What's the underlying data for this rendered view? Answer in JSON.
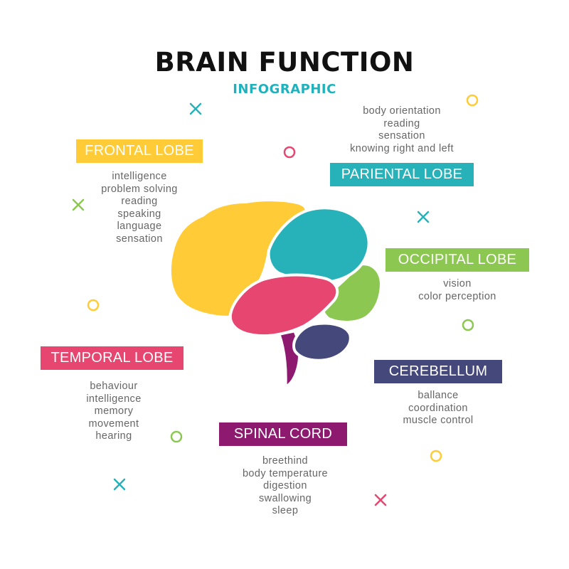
{
  "header": {
    "title": "BRAIN FUNCTION",
    "subtitle": "INFOGRAPHIC"
  },
  "colors": {
    "frontal": "#ffcb37",
    "parietal": "#27b2b9",
    "occipital": "#8cc751",
    "temporal": "#e6466f",
    "cerebellum": "#45487a",
    "spinal_cord": "#8e1a70",
    "subtitle": "#20b2bc"
  },
  "lobes": {
    "frontal": {
      "label": "FRONTAL LOBE",
      "functions": [
        "intelligence",
        "problem solving",
        "reading",
        "speaking",
        "language",
        "sensation"
      ]
    },
    "parietal": {
      "label": "PARIENTAL LOBE",
      "functions": [
        "body orientation",
        "reading",
        "sensation",
        "knowing right and left"
      ]
    },
    "occipital": {
      "label": "OCCIPITAL LOBE",
      "functions": [
        "vision",
        "color perception"
      ]
    },
    "temporal": {
      "label": "TEMPORAL LOBE",
      "functions": [
        "behaviour",
        "intelligence",
        "memory",
        "movement",
        "hearing"
      ]
    },
    "cerebellum": {
      "label": "CEREBELLUM",
      "functions": [
        "ballance",
        "coordination",
        "muscle control"
      ]
    },
    "spinal_cord": {
      "label": "SPINAL CORD",
      "functions": [
        "breethind",
        "body temperature",
        "digestion",
        "swallowing",
        "sleep"
      ]
    }
  }
}
